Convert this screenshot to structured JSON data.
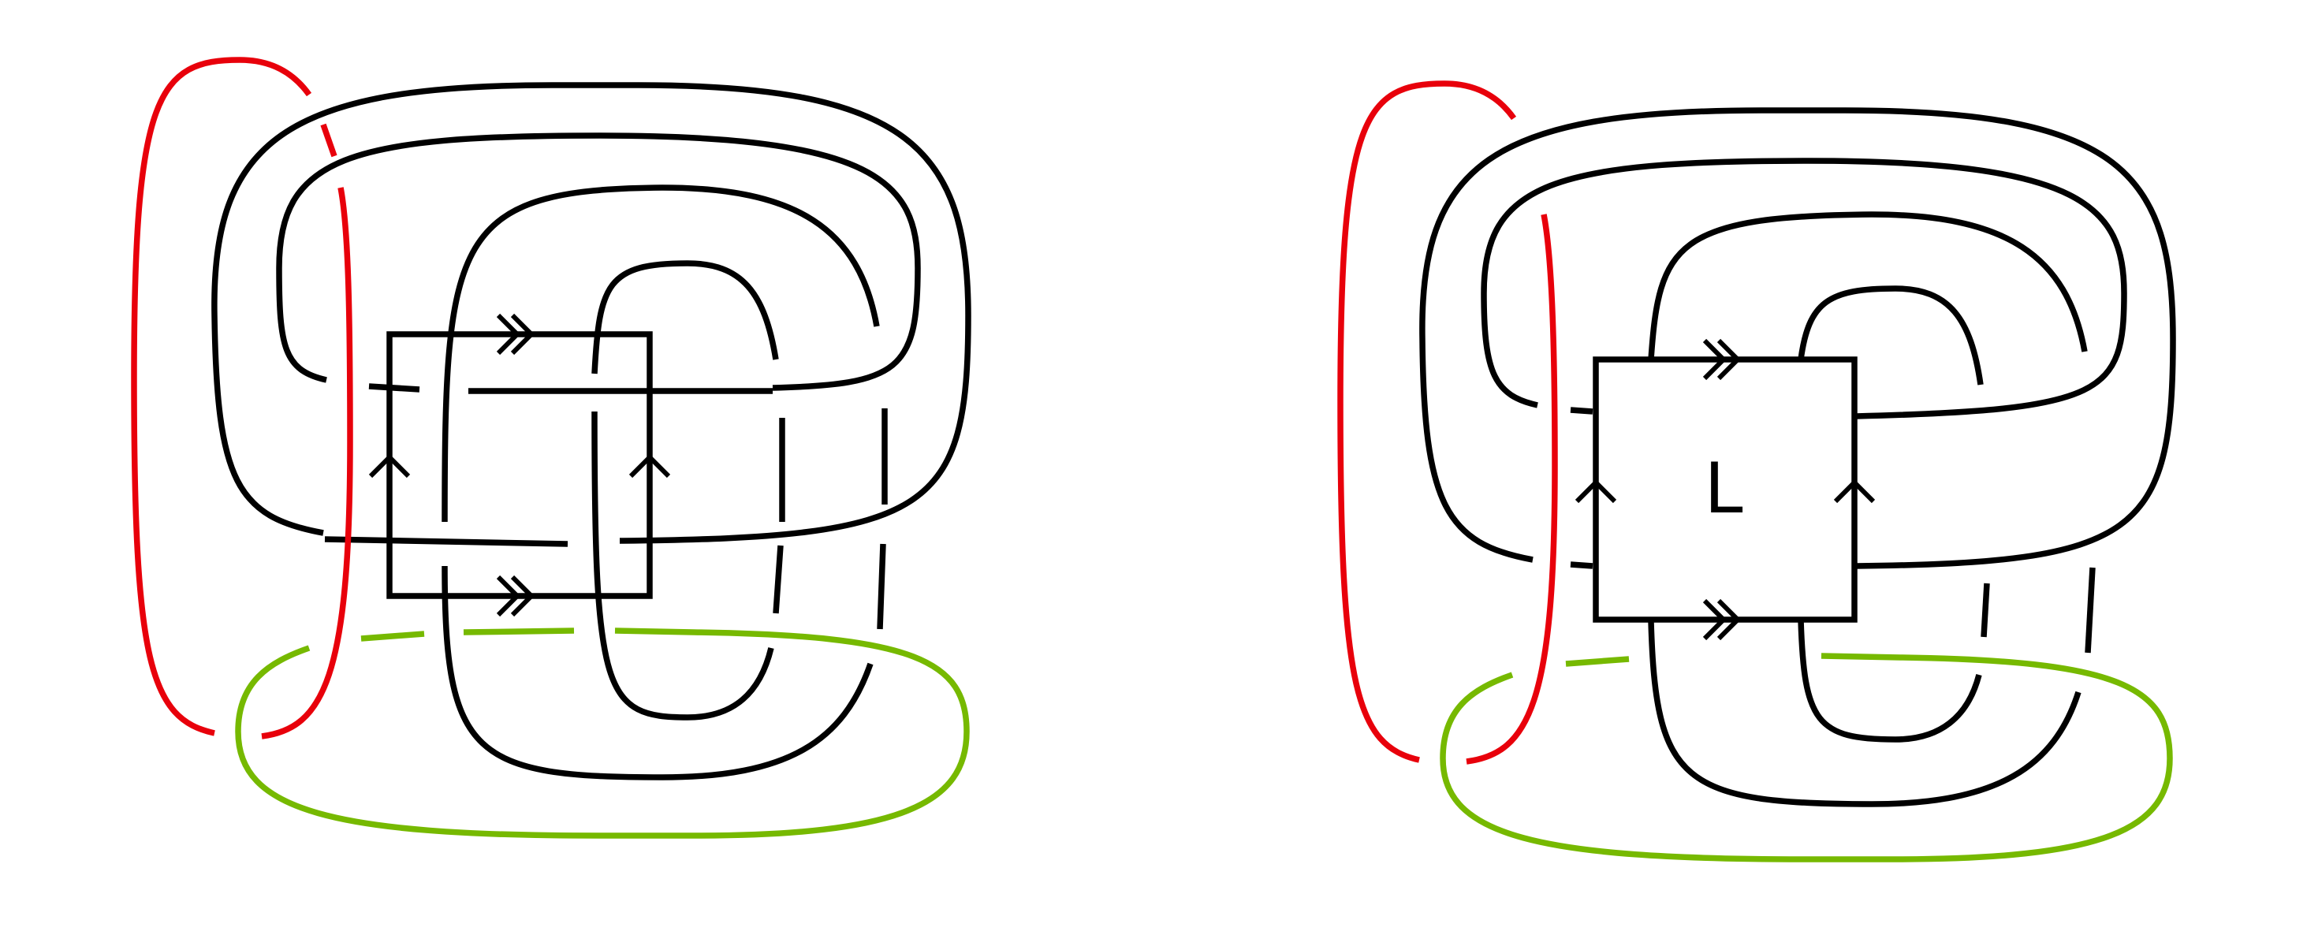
{
  "colors": {
    "strand": "#000000",
    "red_component": "#e8000b",
    "green_component": "#76b900",
    "background": "#ffffff"
  },
  "left_figure": {
    "box_label": "",
    "markers": [
      "double-arrow-top",
      "double-arrow-bottom",
      "single-arrow-left",
      "single-arrow-right"
    ]
  },
  "right_figure": {
    "box_label": "L",
    "markers": [
      "double-arrow-top",
      "double-arrow-bottom",
      "single-arrow-left",
      "single-arrow-right"
    ]
  }
}
